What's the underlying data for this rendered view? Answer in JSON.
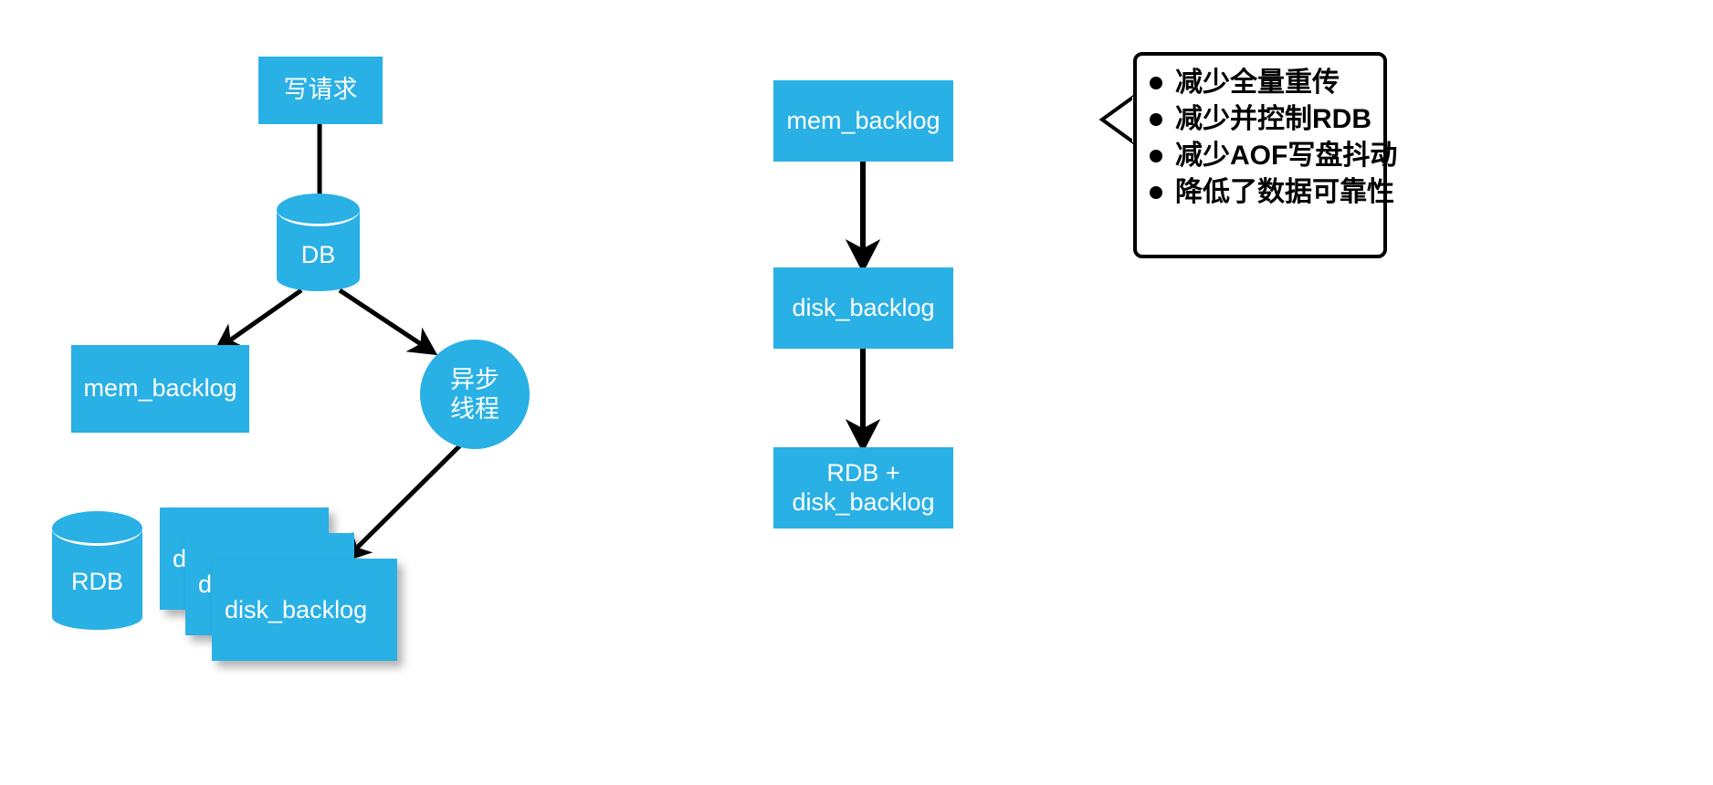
{
  "theme": {
    "node_fill": "#29b0e5",
    "node_text": "#ffffff",
    "arrow_color": "#000000",
    "callout_border": "#000000",
    "background": "#ffffff"
  },
  "left_flow": {
    "write_request": {
      "label": "写请求"
    },
    "db": {
      "label": "DB"
    },
    "mem_backlog": {
      "label": "mem_backlog"
    },
    "async_thread": {
      "label": "异步\n线程"
    },
    "rdb": {
      "label": "RDB"
    },
    "disk_backlog_stack": [
      {
        "label": "disk_backlog"
      },
      {
        "label": "disk_backlog"
      },
      {
        "label": "disk_backlog"
      }
    ]
  },
  "middle_flow": {
    "steps": [
      {
        "label": "mem_backlog"
      },
      {
        "label": "disk_backlog"
      },
      {
        "label": "RDB +\ndisk_backlog"
      }
    ]
  },
  "callout": {
    "bullets": [
      {
        "text": "减少全量重传"
      },
      {
        "text": "减少并控制RDB"
      },
      {
        "text": "减少AOF写盘抖动"
      },
      {
        "text": "降低了数据可靠性"
      }
    ]
  }
}
